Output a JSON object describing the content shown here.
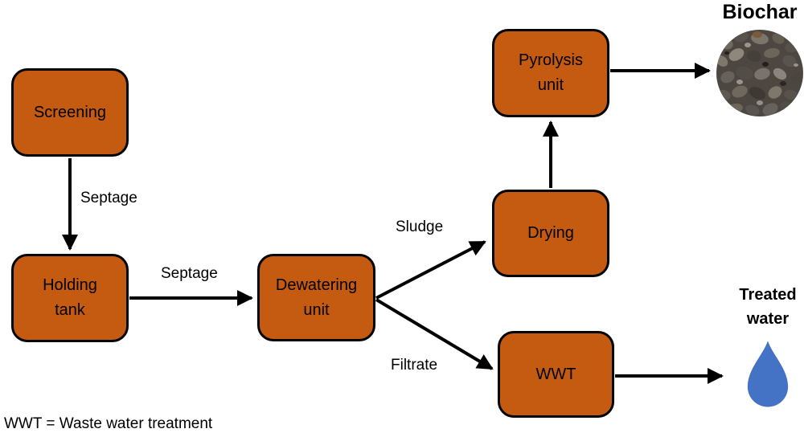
{
  "diagram": {
    "boxes": {
      "screening": {
        "label": "Screening"
      },
      "holding_tank": {
        "label": "Holding\ntank"
      },
      "dewatering_unit": {
        "label": "Dewatering\nunit"
      },
      "drying": {
        "label": "Drying"
      },
      "pyrolysis_unit": {
        "label": "Pyrolysis\nunit"
      },
      "wwt": {
        "label": "WWT"
      }
    },
    "edge_labels": {
      "septage_1": "Septage",
      "septage_2": "Septage",
      "sludge": "Sludge",
      "filtrate": "Filtrate"
    },
    "outputs": {
      "biochar": {
        "label": "Biochar",
        "icon": "biochar-gravel-photo-circle"
      },
      "treated_water": {
        "label": "Treated\nwater",
        "icon": "water-drop-icon"
      }
    },
    "legend": "WWT = Waste water treatment"
  },
  "colors": {
    "box_fill": "#C55A11",
    "box_border": "#000000",
    "arrow_color": "#000000",
    "water_drop": "#4472C4",
    "text_color": "#000000",
    "background": "#FFFFFF"
  }
}
